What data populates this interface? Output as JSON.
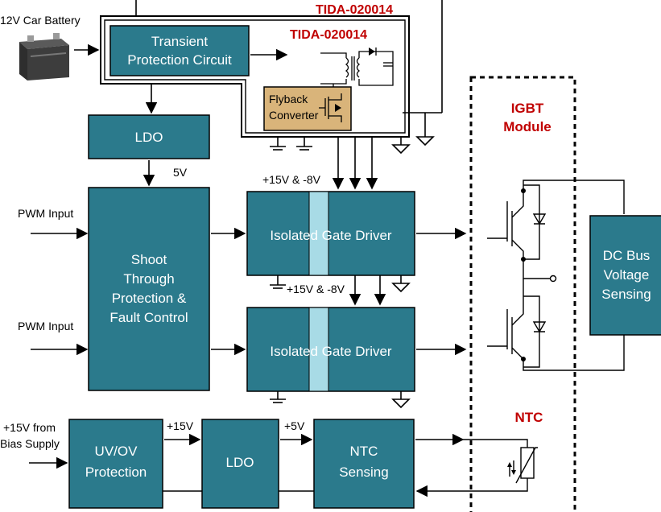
{
  "title_outer": "TIDA-020014",
  "title_inner": "TIDA-020014",
  "battery_label": "12V Car Battery",
  "transient_block": [
    "Transient",
    "Protection Circuit"
  ],
  "flyback_block": [
    "Flyback",
    "Converter"
  ],
  "ldo_top": "LDO",
  "five_v": "5V",
  "pwm_input_1": "PWM Input",
  "pwm_input_2": "PWM Input",
  "shoot_through_block": [
    "Shoot",
    "Through",
    "Protection &",
    "Fault Control"
  ],
  "rail_top": "+15V & -8V",
  "rail_mid": "+15V & -8V",
  "gate_driver_1": "Isolated Gate Driver",
  "gate_driver_2": "Isolated Gate Driver",
  "igbt_module": [
    "IGBT",
    "Module"
  ],
  "dc_bus_block": [
    "DC Bus",
    "Voltage",
    "Sensing"
  ],
  "ntc_title": "NTC",
  "bias_supply_label": [
    "+15V from",
    "Bias Supply"
  ],
  "uvov_block": [
    "UV/OV",
    "Protection"
  ],
  "plus15v": "+15V",
  "ldo_bottom": "LDO",
  "plus5v": "+5V",
  "ntc_sensing_block": [
    "NTC",
    "Sensing"
  ]
}
